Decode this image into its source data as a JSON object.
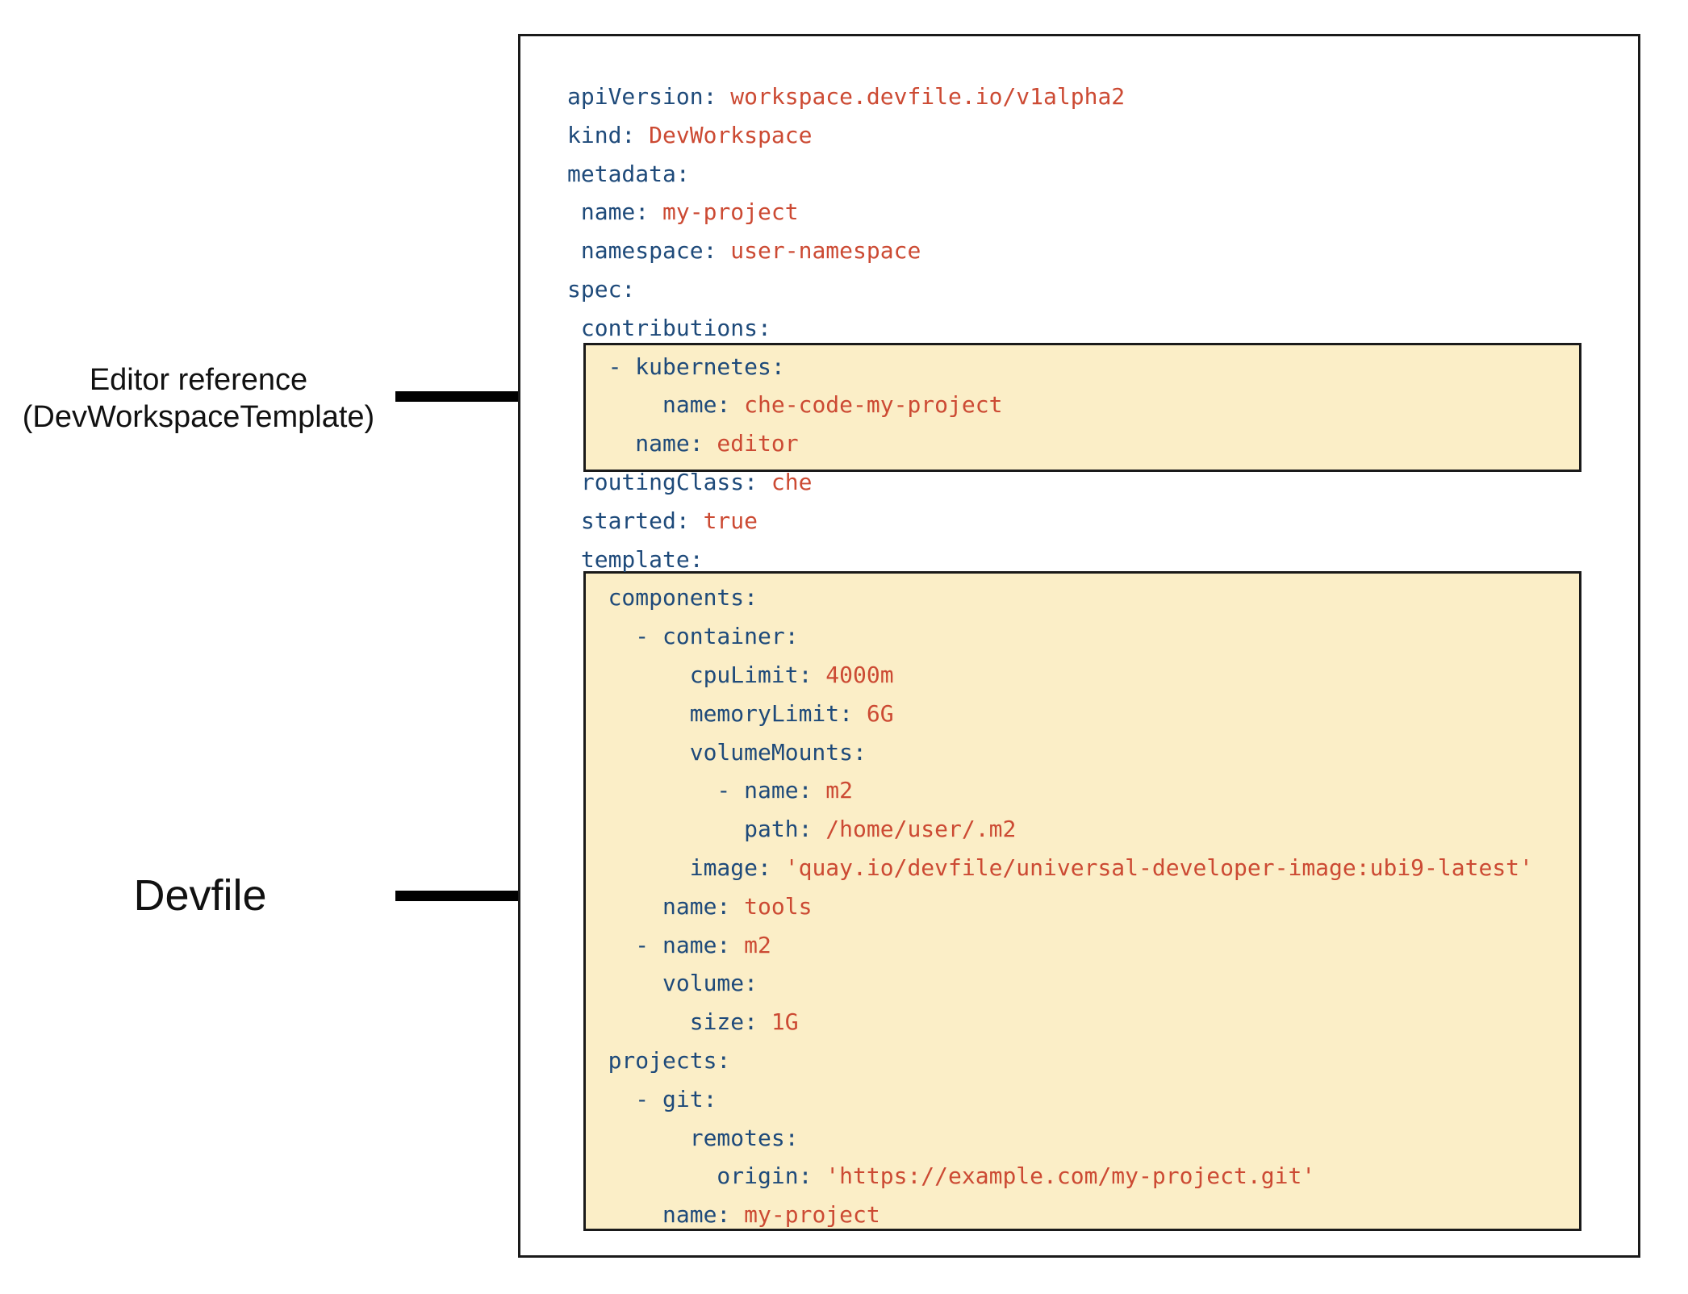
{
  "colors": {
    "key_text": "#1e4a7a",
    "value_text": "#cc4a33",
    "highlight_bg": "#fbeec7",
    "box_border": "#1a1a1a",
    "panel_bg": "#ffffff",
    "arrow_color": "#000000",
    "label_text": "#111111"
  },
  "labels": {
    "editor_reference": {
      "line1": "Editor reference",
      "line2": "(DevWorkspaceTemplate)"
    },
    "devfile": "Devfile"
  },
  "yaml": {
    "lines": [
      {
        "indent": 0,
        "key": "apiVersion:",
        "value": "workspace.devfile.io/v1alpha2"
      },
      {
        "indent": 0,
        "key": "kind:",
        "value": "DevWorkspace"
      },
      {
        "indent": 0,
        "key": "metadata:"
      },
      {
        "indent": 1,
        "key": "name:",
        "value": "my-project"
      },
      {
        "indent": 1,
        "key": "namespace:",
        "value": "user-namespace"
      },
      {
        "indent": 0,
        "key": "spec:"
      },
      {
        "indent": 1,
        "key": "contributions:"
      },
      {
        "indent": 3,
        "dash": true,
        "key": "kubernetes:"
      },
      {
        "indent": 7,
        "key": "name:",
        "value": "che-code-my-project"
      },
      {
        "indent": 5,
        "key": "name:",
        "value": "editor"
      },
      {
        "indent": 1,
        "key": "routingClass:",
        "value": "che"
      },
      {
        "indent": 1,
        "key": "started:",
        "value": "true"
      },
      {
        "indent": 1,
        "key": "template:"
      },
      {
        "indent": 3,
        "key": "components:"
      },
      {
        "indent": 5,
        "dash": true,
        "key": "container:"
      },
      {
        "indent": 9,
        "key": "cpuLimit:",
        "value": "4000m"
      },
      {
        "indent": 9,
        "key": "memoryLimit:",
        "value": "6G"
      },
      {
        "indent": 9,
        "key": "volumeMounts:"
      },
      {
        "indent": 11,
        "dash": true,
        "key": "name:",
        "value": "m2"
      },
      {
        "indent": 13,
        "key": "path:",
        "value": "/home/user/.m2"
      },
      {
        "indent": 9,
        "key": "image:",
        "value": "'quay.io/devfile/universal-developer-image:ubi9-latest'"
      },
      {
        "indent": 7,
        "key": "name:",
        "value": "tools"
      },
      {
        "indent": 5,
        "dash": true,
        "key": "name:",
        "value": "m2"
      },
      {
        "indent": 7,
        "key": "volume:"
      },
      {
        "indent": 9,
        "key": "size:",
        "value": "1G"
      },
      {
        "indent": 3,
        "key": "projects:"
      },
      {
        "indent": 5,
        "dash": true,
        "key": "git:"
      },
      {
        "indent": 9,
        "key": "remotes:"
      },
      {
        "indent": 11,
        "key": "origin:",
        "value": "'https://example.com/my-project.git'"
      },
      {
        "indent": 7,
        "key": "name:",
        "value": "my-project"
      }
    ]
  }
}
